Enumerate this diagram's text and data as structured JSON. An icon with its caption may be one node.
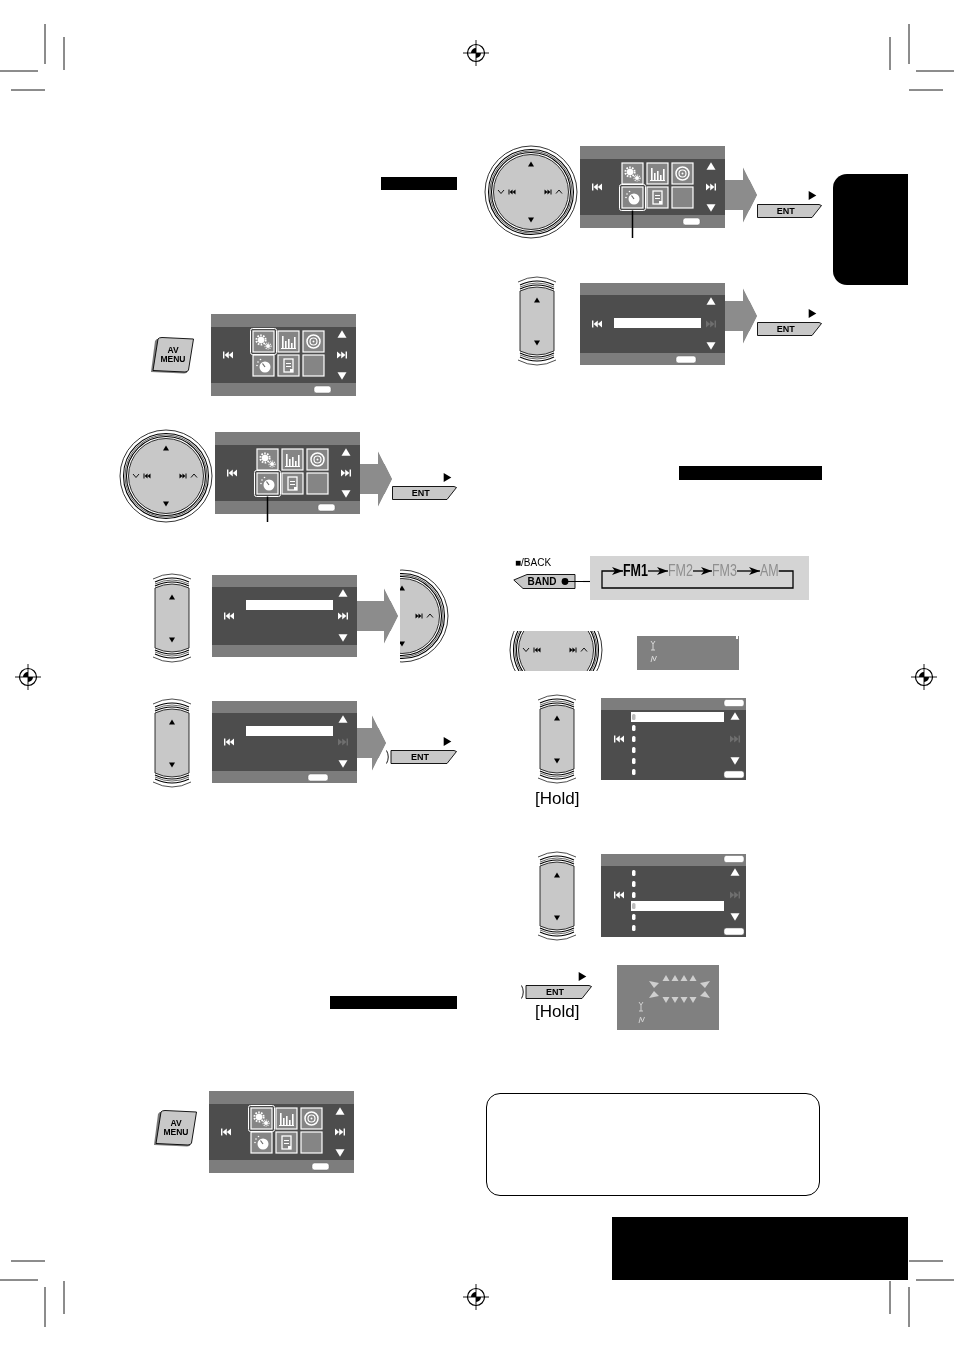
{
  "diagram": {
    "nodes": [
      {
        "text": [],
        "shape": "bar"
      },
      {
        "text": [
          "AV MENU"
        ]
      },
      {
        "text": [],
        "shape": "picture"
      },
      {
        "text": [],
        "shape": "picture",
        "in": 2
      },
      {
        "text": [],
        "shape": "picture"
      },
      {
        "text": [],
        "shape": "picture"
      },
      {
        "text": [],
        "shape": "picture",
        "in": 5
      },
      {
        "text": [
          "ENT"
        ]
      },
      {
        "text": [],
        "shape": "picture"
      },
      {
        "text": [],
        "shape": "picture"
      },
      {
        "text": [],
        "shape": "picture"
      },
      {
        "text": [],
        "shape": "picture"
      },
      {
        "text": [],
        "shape": "picture"
      },
      {
        "text": [
          "ENT"
        ]
      },
      {
        "text": [],
        "shape": "bar"
      },
      {
        "text": [
          "AV MENU"
        ]
      },
      {
        "text": [],
        "shape": "picture"
      },
      {
        "text": [],
        "shape": "picture",
        "in": 16
      },
      {
        "text": [],
        "shape": "picture"
      },
      {
        "text": [],
        "shape": "picture"
      },
      {
        "text": [],
        "shape": "picture",
        "in": 19
      },
      {
        "text": [
          "ENT"
        ]
      },
      {
        "text": [],
        "shape": "box"
      },
      {
        "text": [],
        "shape": "picture"
      },
      {
        "text": [],
        "shape": "picture"
      },
      {
        "text": [
          "ENT"
        ]
      },
      {
        "text": [],
        "shape": "bar"
      },
      {
        "text": [
          "■/BACK",
          "BAND"
        ]
      },
      {
        "text": [],
        "shape": "box"
      },
      {
        "text": [
          "FM1"
        ],
        "in": 28
      },
      {
        "text": [
          "FM2"
        ],
        "in": 28
      },
      {
        "text": [
          "FM3"
        ],
        "in": 28
      },
      {
        "text": [
          "AM"
        ],
        "in": 28
      },
      {
        "text": [],
        "shape": "picture"
      },
      {
        "text": [],
        "shape": "picture"
      },
      {
        "text": [],
        "shape": "picture",
        "beside": [
          "[Hold]"
        ]
      },
      {
        "text": [],
        "shape": "picture"
      },
      {
        "text": [],
        "shape": "picture"
      },
      {
        "text": [],
        "shape": "picture"
      },
      {
        "text": [
          "ENT"
        ],
        "beside": [
          "[Hold]"
        ]
      },
      {
        "text": [],
        "shape": "picture"
      },
      {
        "text": [],
        "shape": "box"
      },
      {
        "text": [],
        "shape": "box"
      }
    ],
    "edges": [
      {
        "from": 5,
        "to": 7,
        "arrow": "to",
        "style": "thick",
        "color": "#8c8c8c"
      },
      {
        "from": null,
        "to": 6,
        "arrow": "none"
      },
      {
        "from": 9,
        "to": 10,
        "arrow": "to",
        "style": "thick",
        "color": "#8c8c8c"
      },
      {
        "from": 12,
        "to": 13,
        "arrow": "to",
        "style": "thick",
        "color": "#8c8c8c"
      },
      {
        "from": 19,
        "to": 21,
        "arrow": "to",
        "style": "thick",
        "color": "#8c8c8c"
      },
      {
        "from": null,
        "to": 20,
        "arrow": "none"
      },
      {
        "from": 24,
        "to": 25,
        "arrow": "to",
        "style": "thick",
        "color": "#8c8c8c"
      },
      {
        "from": 27,
        "to": 28,
        "arrow": "none"
      },
      {
        "from": 29,
        "to": 30,
        "arrow": "to"
      },
      {
        "from": 30,
        "to": 31,
        "arrow": "to"
      },
      {
        "from": 31,
        "to": 32,
        "arrow": "to"
      },
      {
        "from": 32,
        "to": 29,
        "arrow": "to"
      }
    ]
  }
}
